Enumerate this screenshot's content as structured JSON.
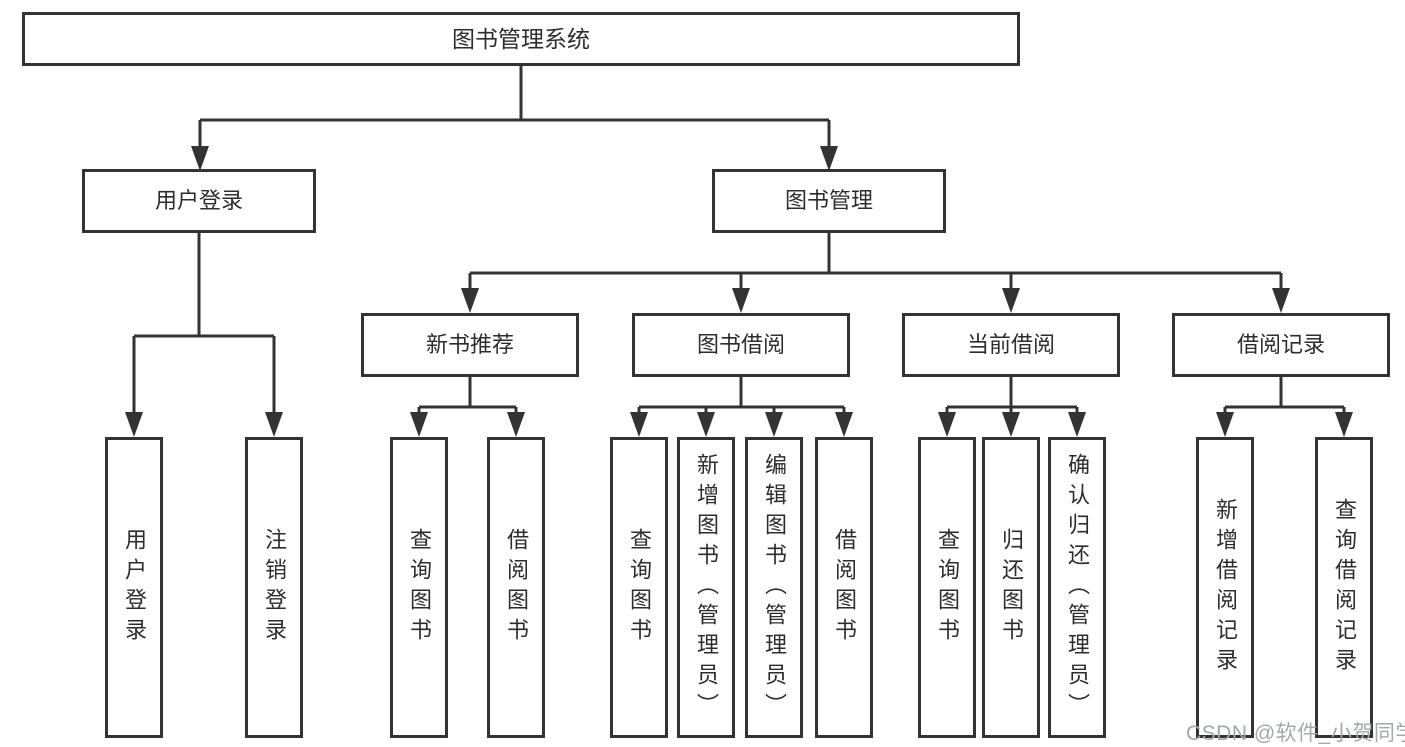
{
  "diagram": {
    "root_label": "图书管理系统",
    "level2": {
      "user_login": "用户登录",
      "book_mgmt": "图书管理"
    },
    "level3": {
      "new_books": "新书推荐",
      "book_borrow": "图书借阅",
      "current_borrow": "当前借阅",
      "borrow_records": "借阅记录"
    },
    "leaves": {
      "user_login_leaf": "用户登录",
      "logout": "注销登录",
      "nb_query": "查询图书",
      "nb_borrow": "借阅图书",
      "bb_query": "查询图书",
      "bb_add": "新增图书（管理员）",
      "bb_edit": "编辑图书（管理员）",
      "bb_borrow": "借阅图书",
      "cb_query": "查询图书",
      "cb_return": "归还图书",
      "cb_confirm": "确认归还（管理员）",
      "br_add": "新增借阅记录",
      "br_query": "查询借阅记录"
    }
  },
  "watermark": {
    "text": "CSDN @软件_小贺同学"
  },
  "colors": {
    "line": "#333333",
    "text": "#2d2d2d",
    "watermark": "#a3a8ae",
    "background": "#ffffff"
  }
}
